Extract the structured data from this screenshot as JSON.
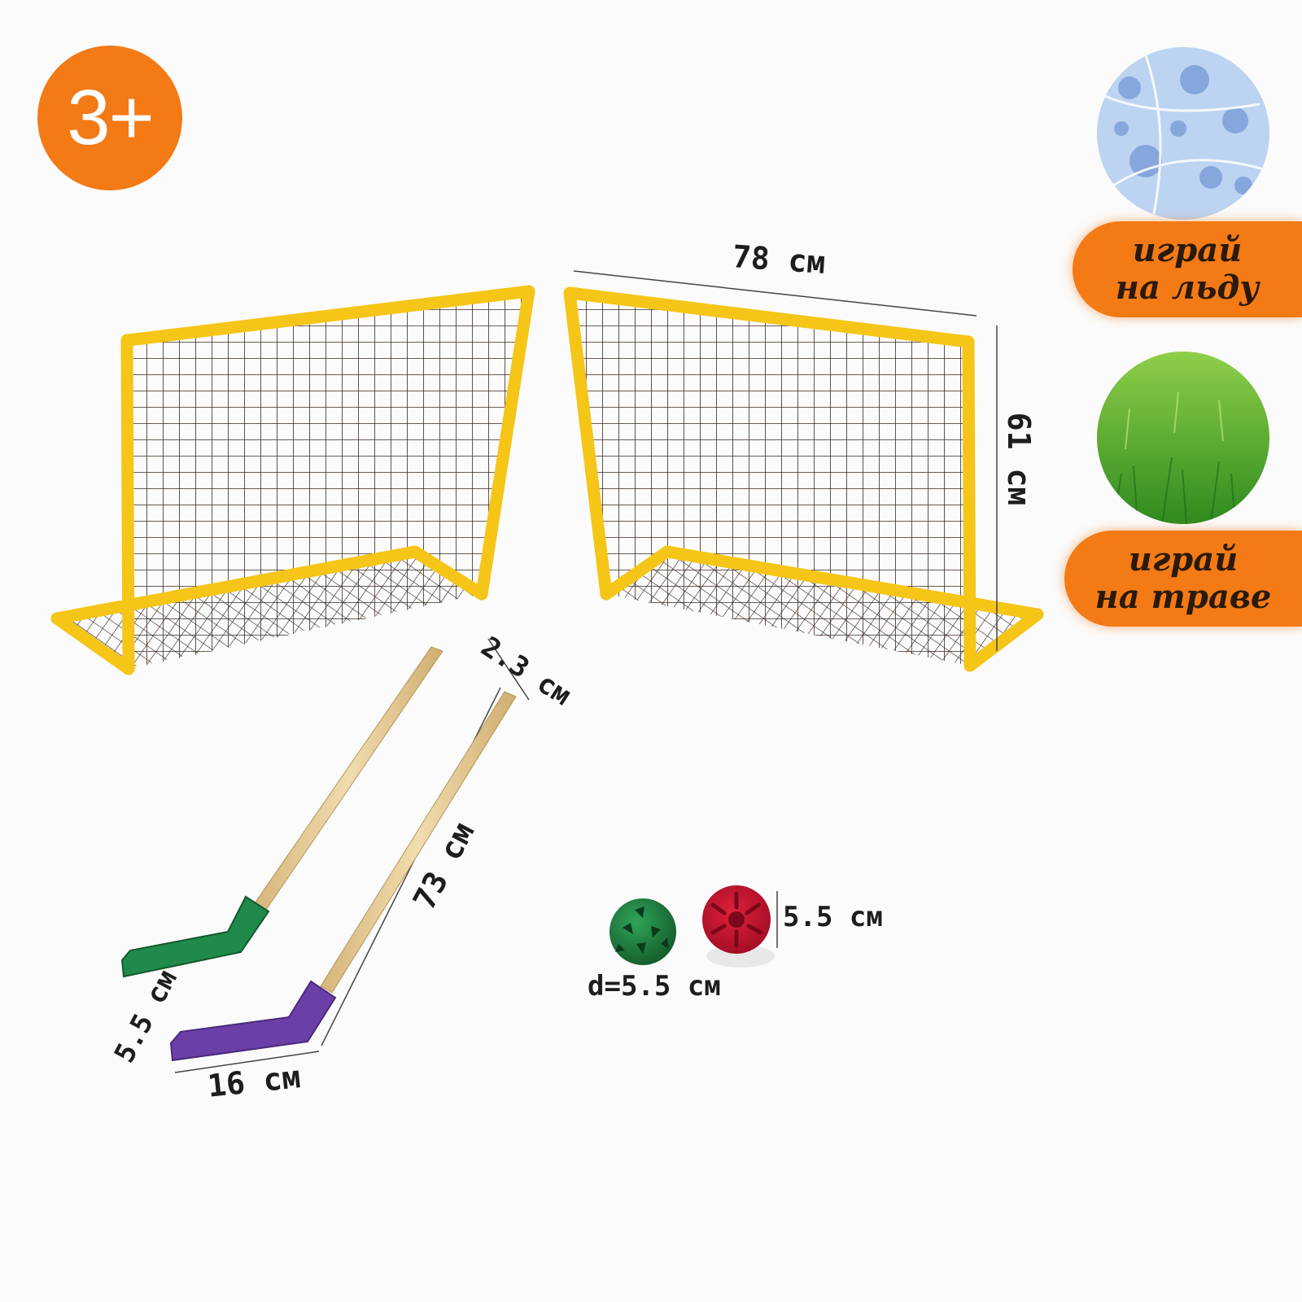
{
  "age_badge": {
    "label": "3+",
    "color": "#f47a16"
  },
  "surfaces": [
    {
      "name": "ice",
      "icon": "ice-texture-icon",
      "label_line1": "играй",
      "label_line2": "на льду"
    },
    {
      "name": "grass",
      "icon": "grass-texture-icon",
      "label_line1": "играй",
      "label_line2": "на траве"
    }
  ],
  "dimensions": {
    "goal_width": "78 см",
    "goal_height": "61 см",
    "stick_shaft": "2.3 см",
    "stick_length": "73 см",
    "blade_height": "5.5 см",
    "blade_length": "16 см",
    "ball_diameter": "d=5.5 см",
    "puck_size": "5.5 см"
  },
  "colors": {
    "accent": "#f47a16",
    "goal_frame": "#f5c518",
    "net": "#3a2a20",
    "stick_green": "#1f8a4c",
    "stick_purple": "#6a3fa8",
    "wood": "#e3c58c",
    "ball": "#1e7a3c",
    "puck": "#c8102e"
  }
}
